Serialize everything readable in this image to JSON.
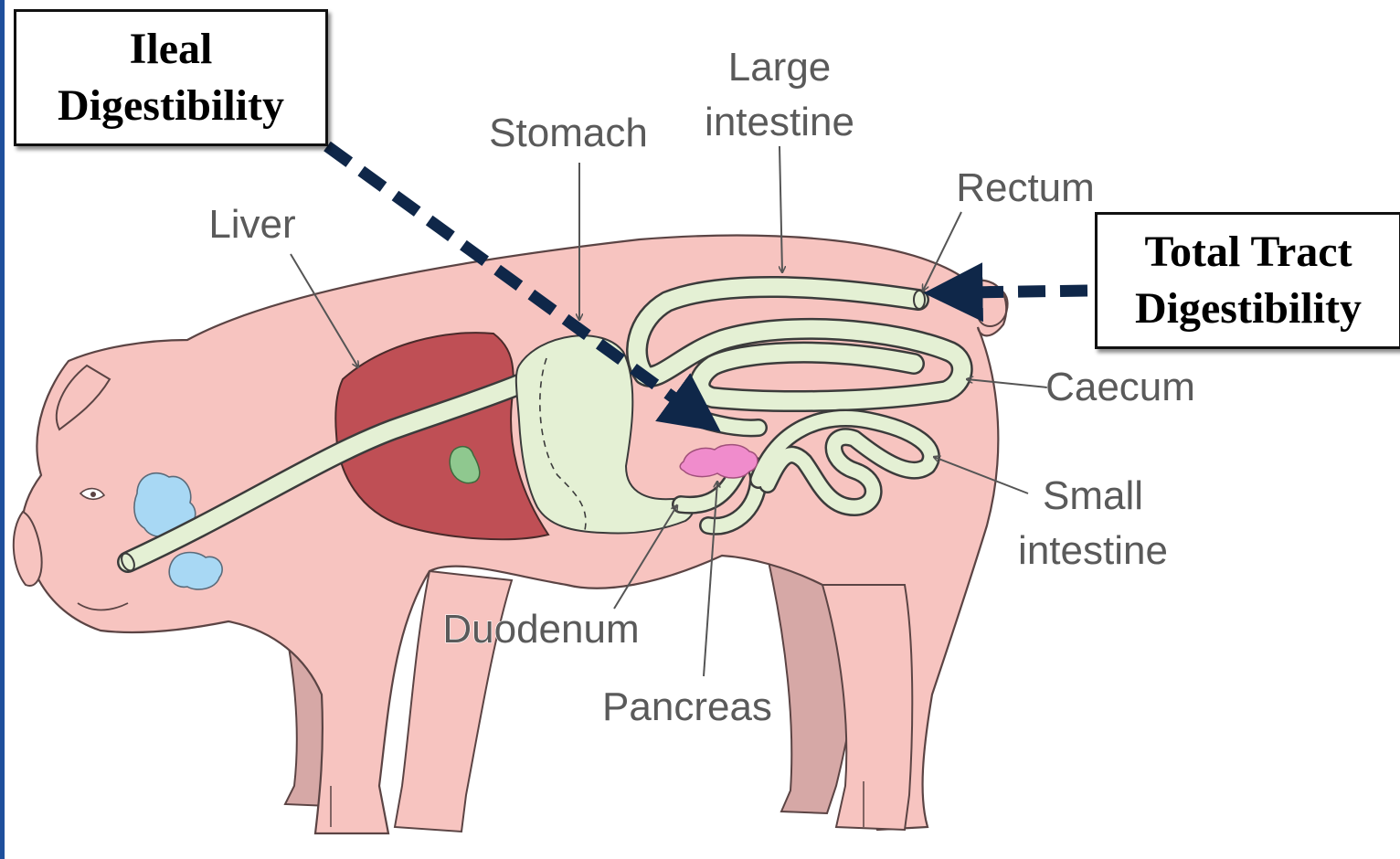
{
  "callouts": {
    "ileal": {
      "line1": "Ileal",
      "line2": "Digestibility"
    },
    "total": {
      "line1": "Total Tract",
      "line2": "Digestibility"
    }
  },
  "labels": {
    "large_intestine_1": "Large",
    "large_intestine_2": "intestine",
    "stomach": "Stomach",
    "rectum": "Rectum",
    "liver": "Liver",
    "caecum": "Caecum",
    "small_intestine_1": "Small",
    "small_intestine_2": "intestine",
    "duodenum": "Duodenum",
    "pancreas": "Pancreas"
  },
  "colors": {
    "pig_body": "#f7c4c0",
    "pig_outline": "#5b4444",
    "leg_shadow": "#d6a8a6",
    "liver": "#bf4f55",
    "gut": "#e4f0d4",
    "salivary": "#a8d8f4",
    "gallbladder": "#8fc88f",
    "pancreas": "#f08ccc",
    "arrow": "#0f2749",
    "left_edge": "#1f4f9c"
  }
}
